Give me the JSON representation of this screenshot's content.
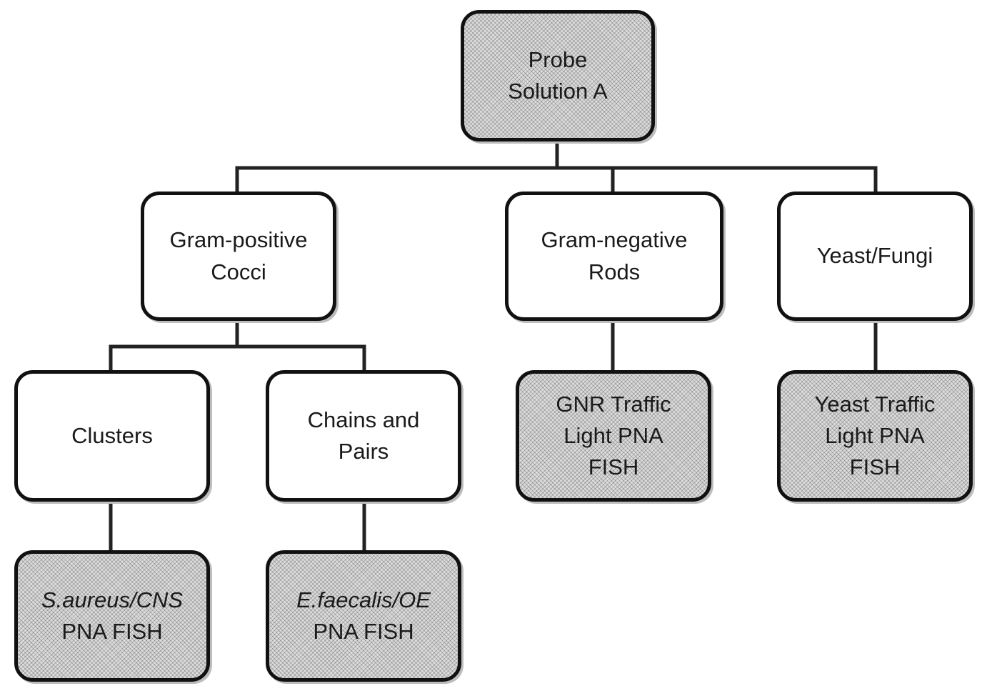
{
  "nodes": {
    "probe": {
      "line1": "Probe",
      "line2": "Solution A"
    },
    "gram_positive": {
      "line1": "Gram-positive",
      "line2": "Cocci"
    },
    "gram_negative": {
      "line1": "Gram-negative",
      "line2": "Rods"
    },
    "yeast": {
      "line1": "Yeast/Fungi"
    },
    "clusters": {
      "line1": "Clusters"
    },
    "chains": {
      "line1": "Chains and",
      "line2": "Pairs"
    },
    "gnr_fish": {
      "line1": "GNR Traffic",
      "line2": "Light PNA",
      "line3": "FISH"
    },
    "yeast_fish": {
      "line1": "Yeast Traffic",
      "line2": "Light PNA",
      "line3": "FISH"
    },
    "saureus_fish": {
      "line1": "S.aureus/CNS",
      "line2": "PNA FISH"
    },
    "efaecalis_fish": {
      "line1": "E.faecalis/OE",
      "line2": "PNA FISH"
    }
  },
  "colors": {
    "border": "#111111",
    "shaded_fill": "#dcdcdc",
    "connector": "#222222"
  }
}
